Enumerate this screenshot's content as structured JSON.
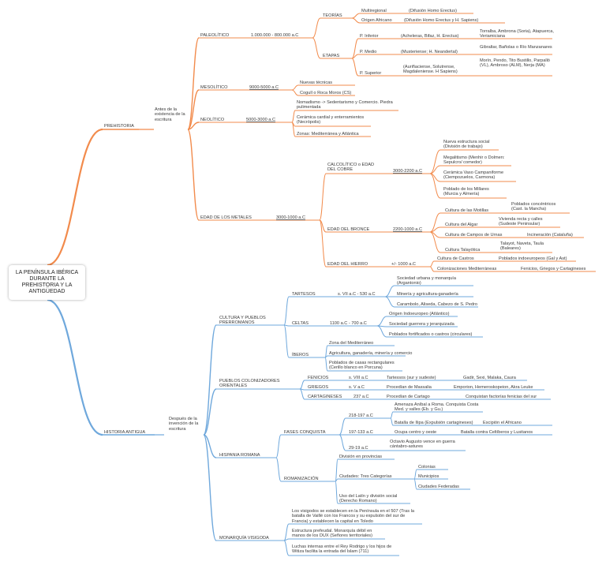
{
  "colors": {
    "orange": "#f28b4c",
    "blue": "#6fa8dc",
    "text": "#3a3a3a"
  },
  "root": "LA PENÍNSULA IBÉRICA DURANTE LA PREHISTORIA Y LA ANTIGÜEDAD",
  "prehistoria": {
    "label": "PREHISTORIA",
    "note": "Antes de la existencia de la escritura",
    "paleolitico": {
      "label": "PALEOLÍTICO",
      "date": "1.000.000 - 800.000 a.C",
      "teorias": {
        "label": "TEORÍAS",
        "multiregional": "Multiregional",
        "multiregional_detail": "(Difusión Homo Erectus)",
        "origen": "Origen Africano",
        "origen_detail": "(Difusión Homo Erectus y H. Sapiens)"
      },
      "etapas": {
        "label": "ETAPAS",
        "inferior": "P. Inferior",
        "inferior_detail": "(Acheleras, Bifaz, H. Erectus)",
        "inferior_sites": "Torralba, Ambrona (Soria), Atapuerca, Veriamiciana",
        "medio": "P. Medio",
        "medio_detail": "(Musteriense; H. Neandertal)",
        "medio_sites": "Gibraltar, Bañolas o Río Manzanares",
        "superior": "P. Superior",
        "superior_detail": "(Auriñaciense, Solutrense, Magdaleniense. H Sapiens)",
        "superior_sites": "Morín, Pendo, Tito Bustillo, Parpalló (VL), Ambroso (ALM), Nerja (MA)"
      }
    },
    "mesolitico": {
      "label": "MESOLÍTICO",
      "date": "9000-5000 a.C",
      "item1": "Nuevas técnicas",
      "item2": "Cogull o Roca Moros (CS)"
    },
    "neolitico": {
      "label": "NEOLÍTICO",
      "date": "5000-3000 a.C",
      "item1": "Nomadismo -> Sedentarismo y Comercio. Piedra pulimentada",
      "item2": "Cerámica cardial y enterramientos (Necrópolis)",
      "item3": "Zonas: Mediterránea y Atlántica"
    },
    "metales": {
      "label": "EDAD DE LOS METALES",
      "date": "3000-1000 a.C",
      "calcolitico": {
        "label": "CALCOLÍTICO o EDAD DEL COBRE",
        "date": "3000-2200 a.C",
        "item1": "Nueva estructura social (División de trabajo)",
        "item2": "Megalitismo (Menhir o Dolmen: Sepulcro/ comedor)",
        "item3": "Cerámica Vaso Campaniforme (Ciempozuelos, Carmona)",
        "item4": "Poblado de los Millares (Murcia y Almería)"
      },
      "bronce": {
        "label": "EDAD DEL BRONCE",
        "date": "2200-1000 a.C",
        "motillas": "Cultura de las Motillas",
        "motillas_detail": "Poblados concéntricos (Cast. la Mancha)",
        "argar": "Cultura del Algar",
        "argar_detail": "Vivienda recta y calles (Sudeste Peninsular)",
        "urnas": "Cultura de Campos de Urnas",
        "urnas_detail": "Incineración (Cataluña)",
        "talayotica": "Cultura Talayótica",
        "talayotica_detail": "Talayot, Naveta, Taula (Baleares)"
      },
      "hierro": {
        "label": "EDAD DEL HIERRO",
        "date": "+/- 1000 a.C",
        "castros": "Cultura de Castros",
        "castros_detail": "Poblados indoeuropeos (Gal y Ast)",
        "colonizaciones": "Colonizaciones Mediterráneas",
        "colonizaciones_detail": "Fenicios, Griegos y Cartagineses"
      }
    }
  },
  "historia": {
    "label": "HISTORIA ANTIGUA",
    "note": "Después de la invención de la escritura",
    "prerromanos": {
      "label": "CULTURA Y PUEBLOS PRERROMANOS",
      "tartesos": "TARTESOS",
      "tartesos_date": "s. VII a.C - 530 a.C",
      "tartesos_1": "Sociedad urbana y monarquía (Argantonio)",
      "tartesos_2": "Minería y agricultura-ganadería",
      "tartesos_3": "Carambolo, Aliseda, Cabezo de S. Pedro",
      "celtas": "CELTAS",
      "celtas_date": "1100 a.C - 700 a.C",
      "celtas_1": "Origen Indoeuropeo (Atlántico)",
      "celtas_2": "Sociedad guerrera y jerarquizada",
      "celtas_3": "Poblados fortificados o castros (circulares)",
      "iberos": "ÍBEROS",
      "iberos_1": "Zona del Mediterráneo",
      "iberos_2": "Agricultura, ganadería, minería y comercio",
      "iberos_3": "Poblados de casas rectangulares (Cerillo blanco en Porcuna)"
    },
    "colonizadores": {
      "label": "PUEBLOS COLONIZADORES ORIENTALES",
      "fenicios": "FENICIOS",
      "fenicios_date": "s. VIII a.C",
      "fenicios_1": "Tartessos (sur y sudeste)",
      "fenicios_2": "Gadir, Sexi, Malaka, Caura",
      "griegos": "GRIEGOS",
      "griegos_date": "s. V a.C",
      "griegos_1": "Procedían de Massalia",
      "griegos_2": "Emporion, Hemeroskopeion, Akra Leuke",
      "cartagineses": "CARTAGINESES",
      "cartagineses_date": "237 a.C",
      "cartagineses_1": "Procedían de Cartago",
      "cartagineses_2": "Conquistan factorías fenicias del sur"
    },
    "romana": {
      "label": "HISPANIA ROMANA",
      "fases": "FASES CONQUISTA",
      "f1_date": "218-197 a.C",
      "f1_a": "Amenaza Aníbal a Roma. Conquista Costa Med. y valles (Eb. y Gu.)",
      "f1_b": "Batalla de Ilipa (Expulsión cartagineses)",
      "f1_c": "Escipión el Africano",
      "f2_date": "197-133 a.C",
      "f2_a": "Ocupa centro y oeste",
      "f2_b": "Batalla contra Celtíberos y Lusitanos",
      "f3_date": "29-19 a.C",
      "f3_a": "Octavio Augusto vence en guerra cántabro-astures",
      "romanizacion": "ROMANIZACIÓN",
      "r1": "División en provincias",
      "r2": "Ciudades: Tres Categorías",
      "r2_a": "Colonias",
      "r2_b": "Municipios",
      "r2_c": "Ciudades Federadas",
      "r3": "Uso del Latín y división social (Derecho Romano)"
    },
    "visigoda": {
      "label": "MONARQUÍA VISIGODA",
      "v1": "Los visigodos se establecen en la Península en el 507 (Tras la batalla de Vaillé con los Francos y su expulsión del sur de Francia) y establecen la capital en Toledo",
      "v2": "Estructura prefeudal. Monarquía débil en manos de los DUX (Señores territoriales)",
      "v3": "Luchas internas entre el Rey Rodrigo y los hijos de Witiza facilita la entrada del Islam (711)"
    }
  }
}
